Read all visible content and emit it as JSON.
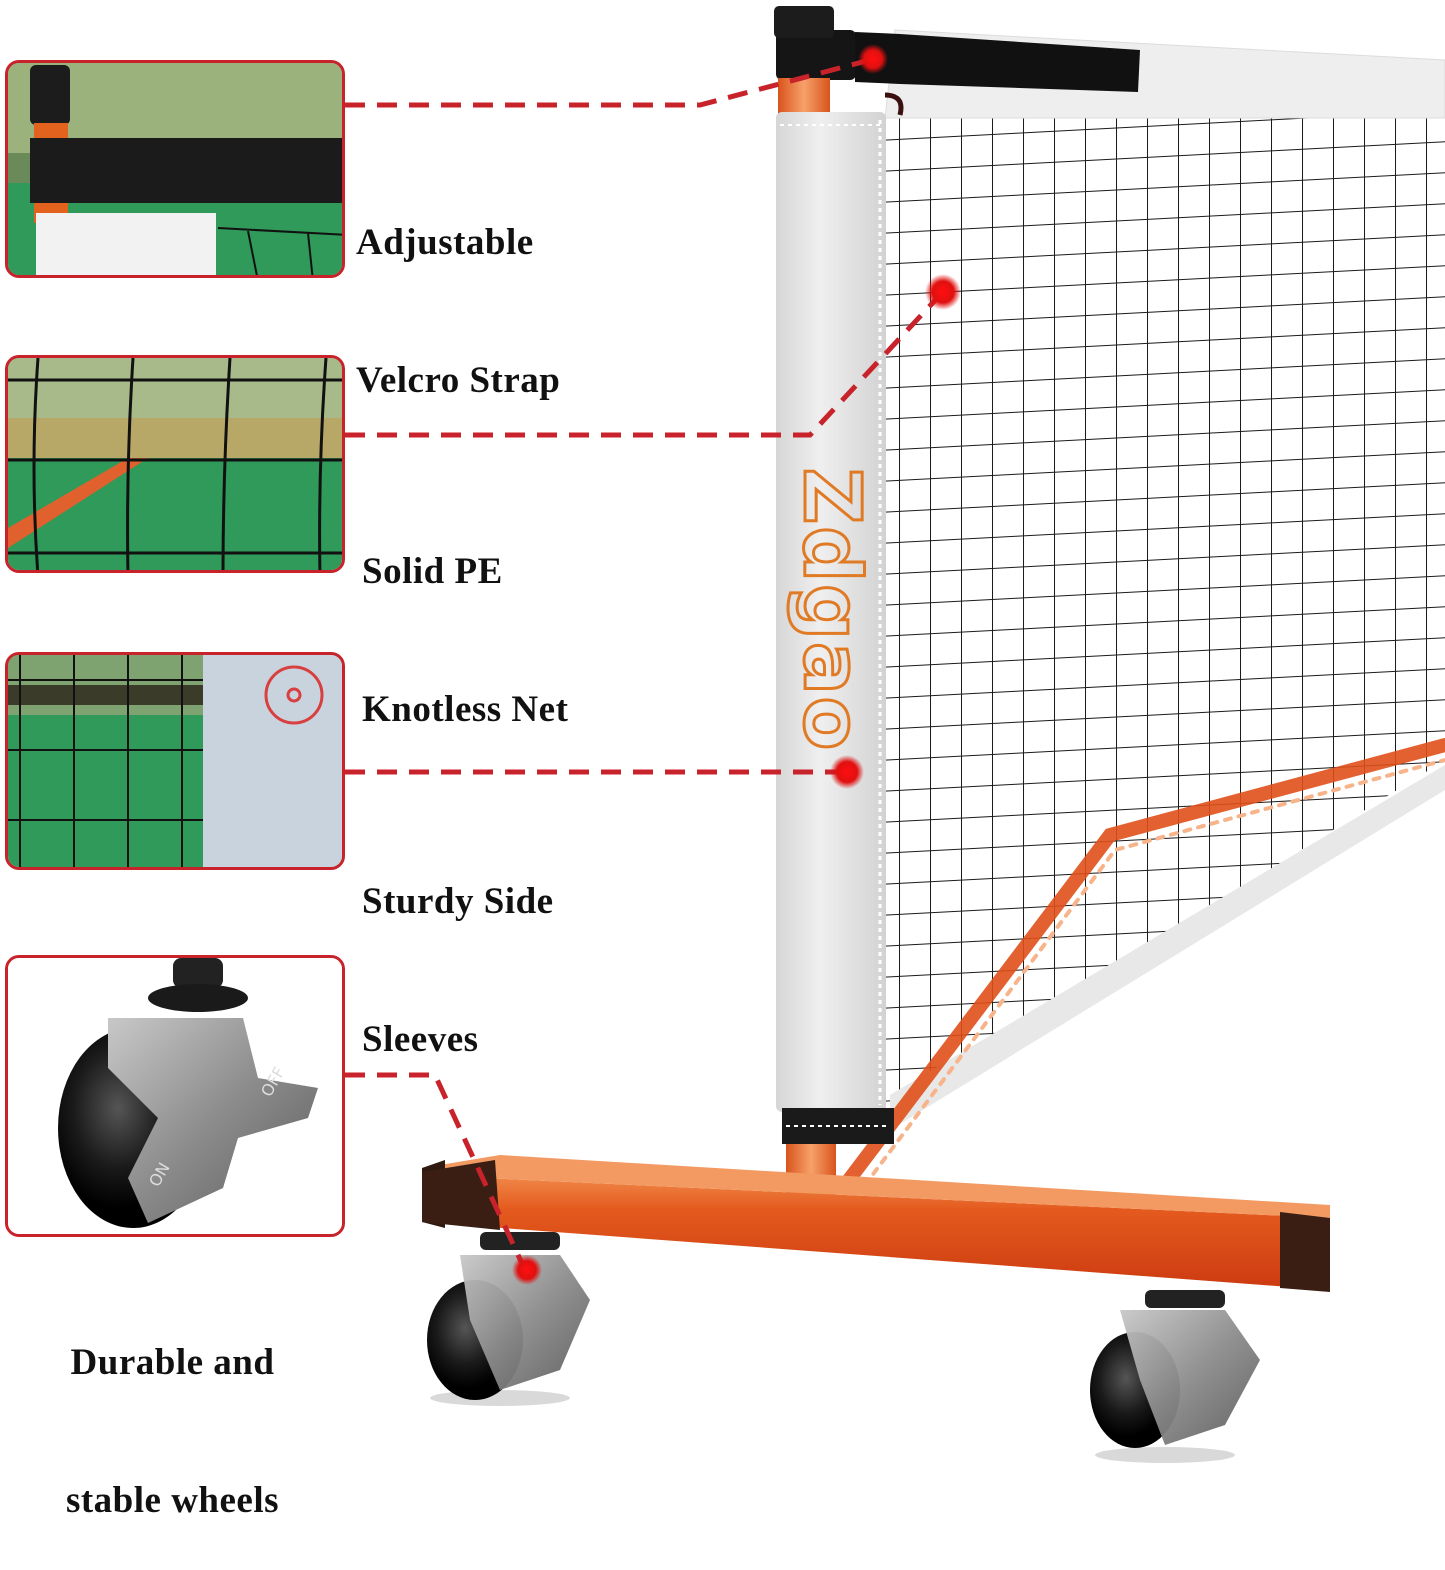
{
  "product": {
    "brand_logo_text": "Zdgao",
    "colors": {
      "callout_red": "#c8222a",
      "dot_red": "#e01010",
      "frame_orange": "#e0501a",
      "end_cap_brown": "#3a1e14",
      "sleeve_white": "#e6e6e6",
      "net_black": "#1a1a1a",
      "strap_black": "#151515",
      "court_green": "#2f9a5a"
    }
  },
  "features": [
    {
      "id": "velcro",
      "label_line1": "Adjustable",
      "label_line2": "Velcro Strap",
      "icon": "velcro-strap-photo"
    },
    {
      "id": "net",
      "label_line1": "Solid PE",
      "label_line2": "Knotless Net",
      "icon": "knotless-net-photo"
    },
    {
      "id": "sleeve",
      "label_line1": "Sturdy Side",
      "label_line2": "Sleeves",
      "icon": "side-sleeve-photo"
    },
    {
      "id": "wheels",
      "label_line1": "Durable and",
      "label_line2": "stable wheels",
      "icon": "caster-wheel-photo"
    }
  ],
  "wheel_marks": {
    "on": "ON",
    "off": "OFF"
  }
}
